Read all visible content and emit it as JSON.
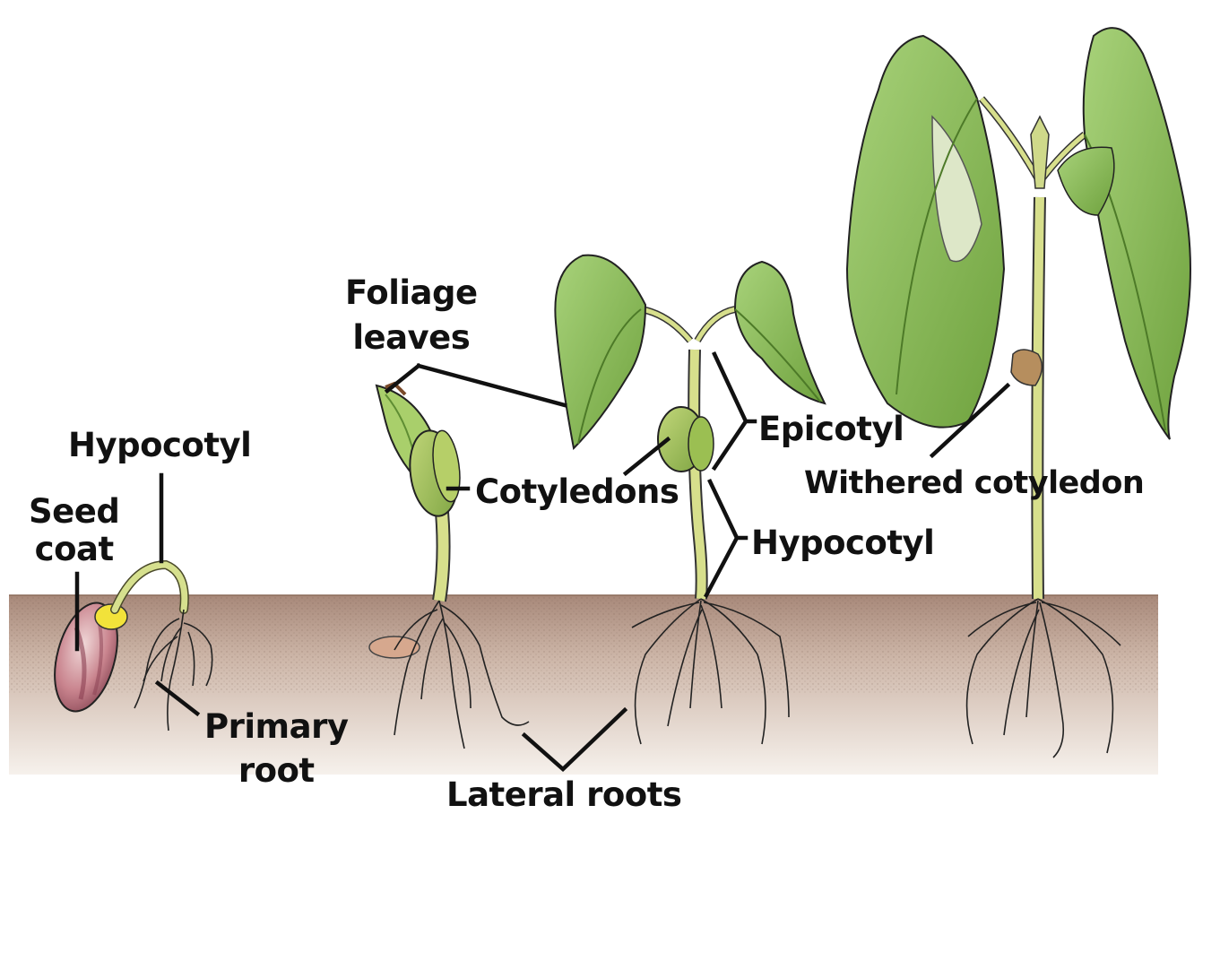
{
  "labels": {
    "foliage_leaves": [
      "Foliage",
      "leaves"
    ],
    "hypocotyl_left": "Hypocotyl",
    "seed_coat": [
      "Seed",
      "coat"
    ],
    "cotyledons": "Cotyledons",
    "epicotyl": "Epicotyl",
    "withered_cotyledon": "Withered cotyledon",
    "hypocotyl_right": "Hypocotyl",
    "primary_root": [
      "Primary",
      "root"
    ],
    "lateral_roots": "Lateral roots"
  },
  "colors": {
    "soil_top": "#b08f7d",
    "soil_bottom": "#f3ece6",
    "leaf": "#8cbf5a",
    "leaf_dark": "#5e8f34",
    "stem": "#cfd98a",
    "seed": "#c98a93",
    "seed_yellow": "#f2e23a",
    "cotyledon": "#9bbf52",
    "withered": "#b68e5e",
    "line": "#111111"
  }
}
